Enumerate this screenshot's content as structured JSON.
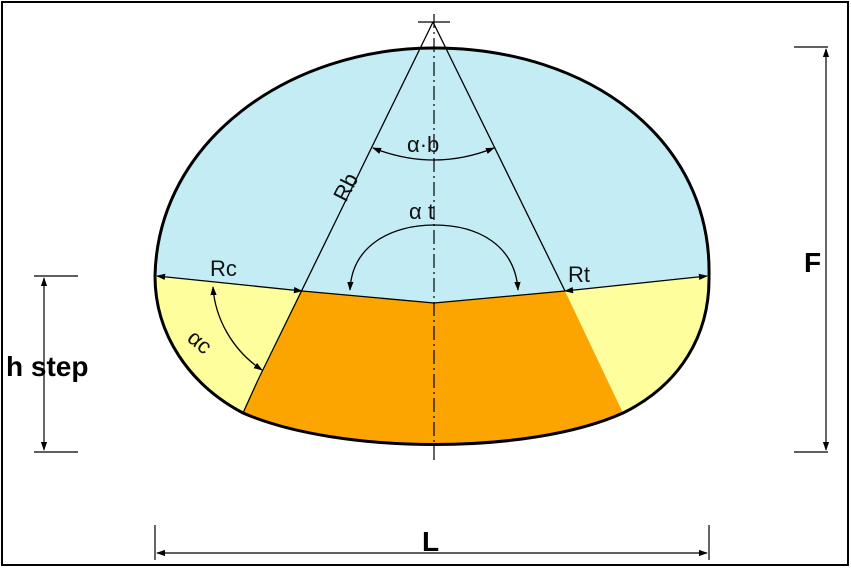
{
  "labels": {
    "rb": "Rb",
    "alpha_b": "α·b",
    "alpha_t": "α t",
    "rc": "Rc",
    "rt": "Rt",
    "alpha_c": "αc",
    "h_step": "h step",
    "f": "F",
    "l": "L"
  },
  "colors": {
    "upper_region": "#c4ecf5",
    "side_regions": "#fefe9c",
    "bottom_region": "#fca500",
    "lines": "#000000"
  }
}
